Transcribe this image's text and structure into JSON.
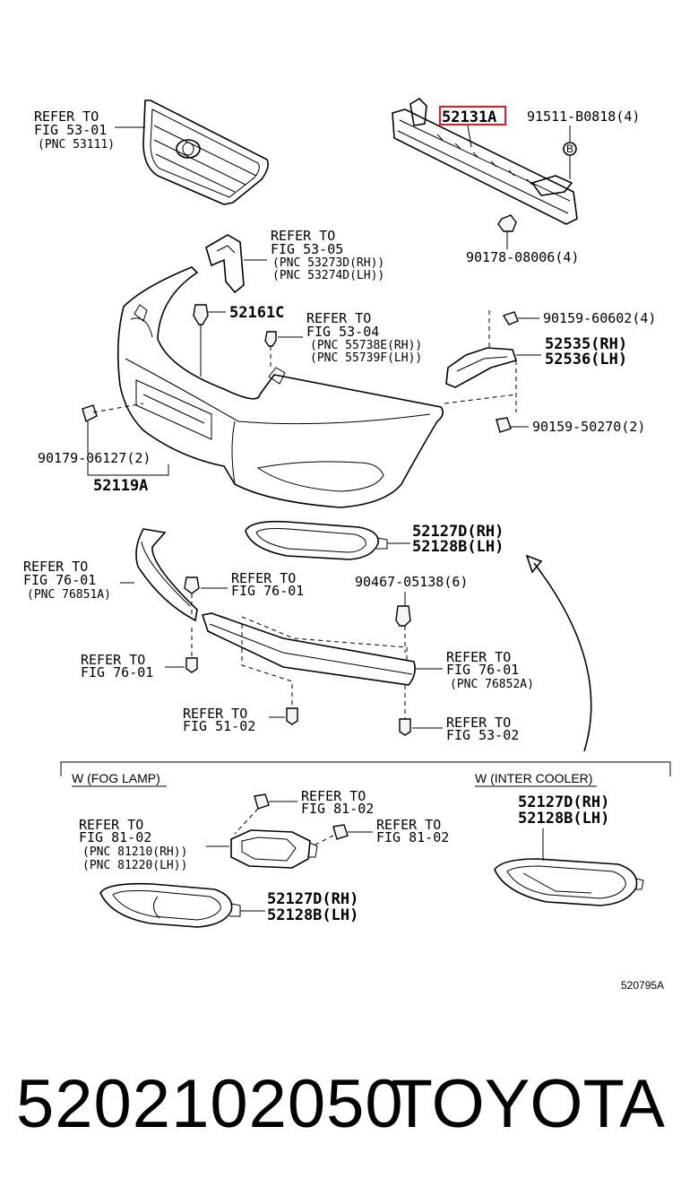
{
  "labels": {
    "grille_ref": [
      "REFER TO",
      "FIG 53-01",
      "(PNC 53111)"
    ],
    "reinforcement": "52131A",
    "bolt_top": "91511-B0818(4)",
    "nut_top": "90178-08006(4)",
    "bracket_ref": [
      "REFER TO",
      "FIG 53-05",
      "(PNC 53273D(RH))",
      "(PNC 53274D(LH))"
    ],
    "clip_c": "52161C",
    "support_ref": [
      "REFER TO",
      "FIG 53-04",
      "(PNC 55738E(RH))",
      "(PNC 55739F(LH))"
    ],
    "screw_60602": "90159-60602(4)",
    "retainer_rh": "52535(RH)",
    "retainer_lh": "52536(LH)",
    "screw_50270": "90159-50270(2)",
    "clip_06127": "90179-06127(2)",
    "bumper_cover": "52119A",
    "bezel_rh_1": "52127D(RH)",
    "bezel_lh_1": "52128B(LH)",
    "spoiler_ref_l": [
      "REFER TO",
      "FIG 76-01",
      "(PNC 76851A)"
    ],
    "ref_7601_a": [
      "REFER TO",
      "FIG 76-01"
    ],
    "clip_05138": "90467-05138(6)",
    "ref_7601_b": [
      "REFER TO",
      "FIG 76-01"
    ],
    "spoiler_ref_r": [
      "REFER TO",
      "FIG 76-01",
      "(PNC 76852A)"
    ],
    "ref_5102": [
      "REFER TO",
      "FIG 51-02"
    ],
    "ref_5302": [
      "REFER TO",
      "FIG 53-02"
    ],
    "section_fog": "W (FOG LAMP)",
    "section_cooler": "W (INTER COOLER)",
    "ref_8102_a": [
      "REFER TO",
      "FIG 81-02"
    ],
    "fog_ref": [
      "REFER TO",
      "FIG 81-02",
      "(PNC 81210(RH))",
      "(PNC 81220(LH))"
    ],
    "ref_8102_b": [
      "REFER TO",
      "FIG 81-02"
    ],
    "bezel_rh_2": "52127D(RH)",
    "bezel_lh_2": "52128B(LH)",
    "bezel_rh_3": "52127D(RH)",
    "bezel_lh_3": "52128B(LH)",
    "drawing_code": "520795A"
  },
  "footer": {
    "part_number": "5202102050",
    "brand": "TOYOTA"
  },
  "highlight_color": "#e31b23"
}
